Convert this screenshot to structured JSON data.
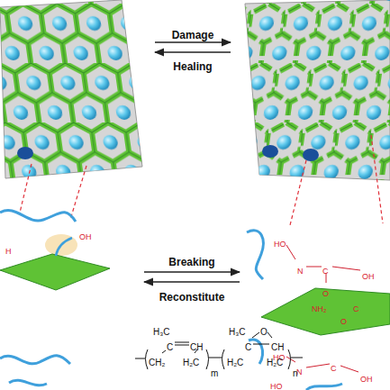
{
  "diagram": {
    "labels": [
      "Damage",
      "Healing",
      "Breaking",
      "Reconstitute",
      "OH",
      "H",
      "HO",
      "N",
      "C",
      "OH",
      "O",
      "NH₂",
      "C",
      "O",
      "HO",
      "N",
      "C",
      "OH",
      "HO",
      "H₃C",
      "C",
      "CH",
      "CH₂",
      "H₂C",
      "m",
      "H₃C",
      "C",
      "O",
      "CH",
      "H₂C",
      "H₂C",
      "n"
    ]
  }
}
